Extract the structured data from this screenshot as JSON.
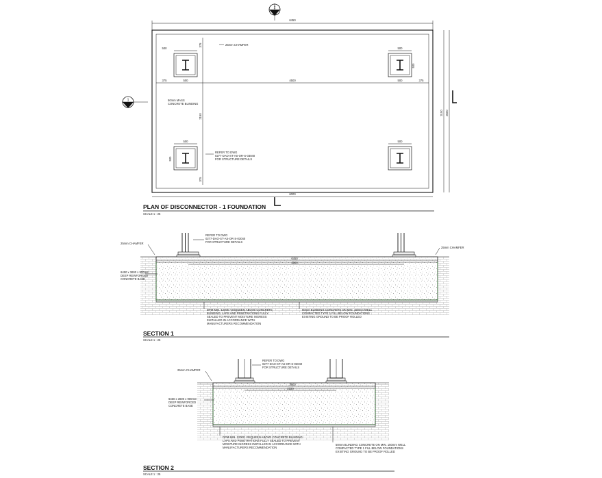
{
  "plan": {
    "title": "PLAN OF DISCONNECTOR - 1 FOUNDATION",
    "scale": "SCALE 1 : 25",
    "dim_overall_width": "6450",
    "dim_overall_width_bottom": "6000",
    "dim_overall_height": "3600",
    "dim_inner_height": "3150",
    "dim_base": "500",
    "dim_edge": "375",
    "dim_edge_v": "375",
    "dim_center_x": "4500",
    "dim_center_y": "2150",
    "chamfer_note": "25mm CHAMFER",
    "mass_note_l1": "50mm MASS",
    "mass_note_l2": "CONCRETE BLINDING",
    "refer_l1": "REFER TO DWG",
    "refer_l2": "0277-DAO-ST-AS-OR-S-03040",
    "refer_l3": "FOR STRUCTURE DETAILS",
    "section_mark_1": "1",
    "section_mark_2": "2"
  },
  "section1": {
    "title": "SECTION 1",
    "scale": "SCALE 1 : 25",
    "chamfer_left": "25mm CHAMFER",
    "chamfer_right": "25mm CHAMFER",
    "refer_l1": "REFER TO DWG",
    "refer_l2": "0277-DAO-ST-AS-OR-S-03040",
    "refer_l3": "FOR STRUCTURE DETAILS",
    "slab_l1": "6450 x 3600 x 900mm",
    "slab_l2": "DEEP REINFORCED",
    "slab_l3": "CONCRETE BASE",
    "dim_top": "6450",
    "dim_centers": "4500",
    "dpm_l1": "DPM MIN. 1200G VISQUEEN ABOVE CONCRETE",
    "dpm_l2": "BLINDING. LAPS AND PENETRATIONS FULLY",
    "dpm_l3": "SEALED TO PREVENT MOISTURE INGRESS",
    "dpm_l4": "INSTALLED IN ACCORDANCE WITH",
    "dpm_l5": "MANUFACTURERS RECOMMENDATION",
    "blind_l1": "50mm BLINDING CONCRETE ON MIN. 150mm WELL",
    "blind_l2": "COMPACTED TYPE 1 FILL BELOW FOUNDATIONS",
    "blind_l3": "EXISTING GROUND TO BE PROOF ROLLED"
  },
  "section2": {
    "title": "SECTION 2",
    "scale": "SCALE 1 : 25",
    "chamfer": "25mm CHAMFER",
    "refer_l1": "REFER TO DWG",
    "refer_l2": "0277-DAO-ST-AS-OR-S-03040",
    "refer_l3": "FOR STRUCTURE DETAILS",
    "slab_l1": "6450 x 3600 x 900mm",
    "slab_l2": "DEEP REINFORCED",
    "slab_l3": "CONCRETE BASE",
    "dim_top": "3600",
    "dim_centers": "2150",
    "dpm_l1": "DPM MIN. 1200G VISQUEEN ABOVE CONCRETE BLINDING.",
    "dpm_l2": "LAPS AND PENETRATIONS FULLY SEALED TO PREVENT",
    "dpm_l3": "MOISTURE INGRESS INSTALLED IN ACCORDANCE WITH",
    "dpm_l4": "MANUFACTURERS RECOMMENDATION",
    "blind_l1": "50mm BLINDING CONCRETE ON MIN. 150mm WELL",
    "blind_l2": "COMPACTED TYPE 1 FILL BELOW FOUNDATIONS",
    "blind_l3": "EXISTING GROUND TO BE PROOF ROLLED"
  }
}
